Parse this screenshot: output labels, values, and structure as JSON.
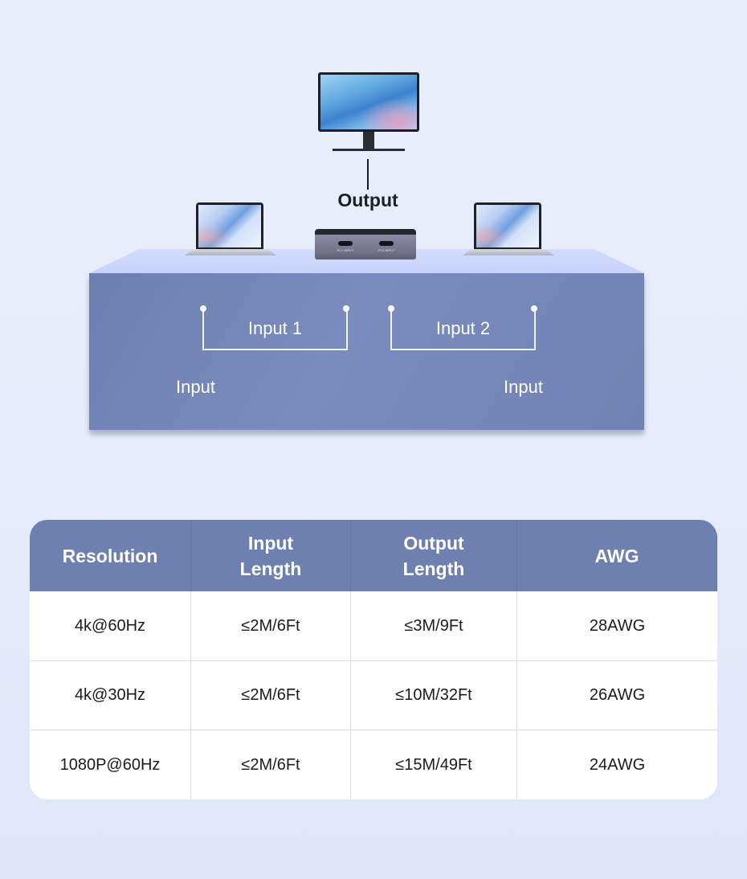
{
  "diagram": {
    "output_label": "Output",
    "input_connectors": [
      {
        "label": "Input 1"
      },
      {
        "label": "Input 2"
      }
    ],
    "side_labels": {
      "left": "Input",
      "right": "Input"
    },
    "switch_ports": [
      {
        "label": "PC1 INPUT"
      },
      {
        "label": "PC2 INPUT"
      }
    ],
    "devices": {
      "top": "monitor",
      "left": "laptop",
      "right": "laptop",
      "center": "switch"
    }
  },
  "table": {
    "headers": [
      [
        "Resolution"
      ],
      [
        "Input",
        "Length"
      ],
      [
        "Output",
        "Length"
      ],
      [
        "AWG"
      ]
    ],
    "rows": [
      [
        "4k@60Hz",
        "≤2M/6Ft",
        "≤3M/9Ft",
        "28AWG"
      ],
      [
        "4k@30Hz",
        "≤2M/6Ft",
        "≤10M/32Ft",
        "26AWG"
      ],
      [
        "1080P@60Hz",
        "≤2M/6Ft",
        "≤15M/49Ft",
        "24AWG"
      ]
    ]
  },
  "colors": {
    "header_bg": "#6e80b0",
    "platform_front": "#7285b6",
    "background": "#e6ecfb"
  }
}
